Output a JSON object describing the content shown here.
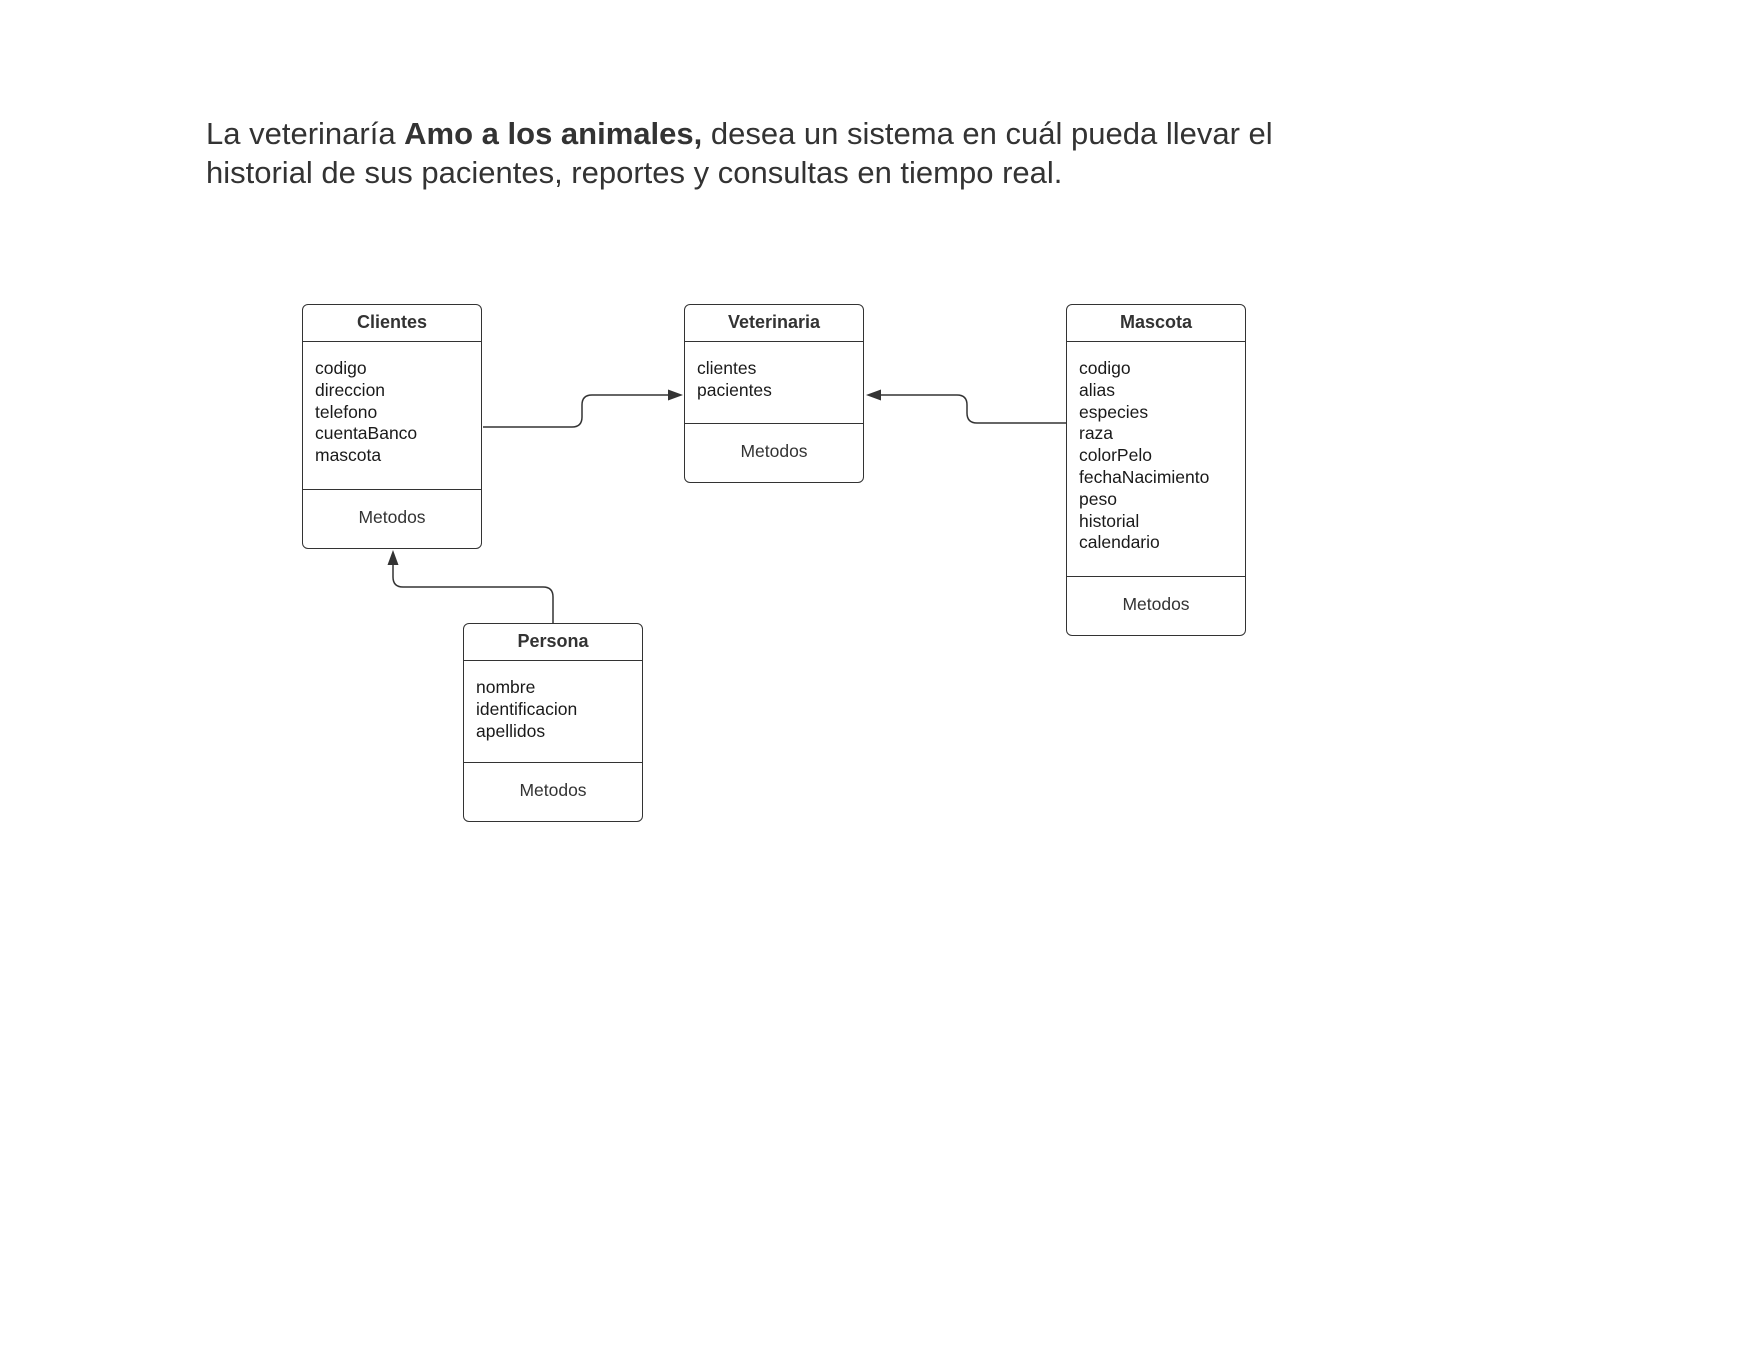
{
  "intro": {
    "prefix": "La veterinaría ",
    "bold": "Amo a los animales,",
    "suffix": " desea un sistema en cuál pueda llevar el historial de sus pacientes, reportes y consultas en tiempo real."
  },
  "classes": {
    "clientes": {
      "name": "Clientes",
      "attributes": [
        "codigo",
        "direccion",
        "telefono",
        "cuentaBanco",
        "mascota"
      ],
      "methods": "Metodos"
    },
    "veterinaria": {
      "name": "Veterinaria",
      "attributes": [
        "clientes",
        "pacientes"
      ],
      "methods": "Metodos"
    },
    "mascota": {
      "name": "Mascota",
      "attributes": [
        "codigo",
        "alias",
        "especies",
        "raza",
        "colorPelo",
        "fechaNacimiento",
        "peso",
        "historial",
        "calendario"
      ],
      "methods": "Metodos"
    },
    "persona": {
      "name": "Persona",
      "attributes": [
        "nombre",
        "identificacion",
        "apellidos"
      ],
      "methods": "Metodos"
    }
  },
  "relations": [
    {
      "from": "Clientes",
      "to": "Veterinaria"
    },
    {
      "from": "Mascota",
      "to": "Veterinaria"
    },
    {
      "from": "Persona",
      "to": "Clientes"
    }
  ]
}
